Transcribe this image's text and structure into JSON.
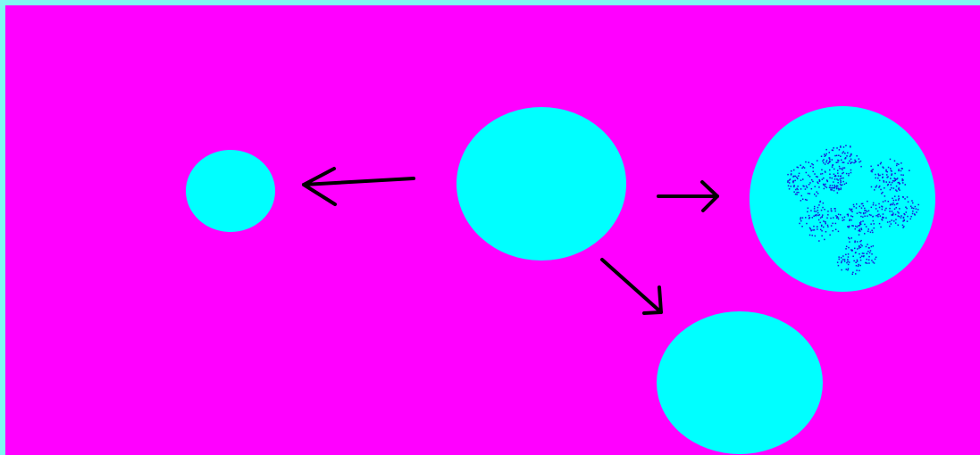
{
  "colors": {
    "outer_border": "#7ff7f0",
    "background": "#ff00ff",
    "circle_fill": "#00ffff",
    "arrow_stroke": "#000000",
    "speckle": "#1a1ad8"
  },
  "diagram": {
    "circles": [
      {
        "id": "small-circle",
        "role": "shrunken cell"
      },
      {
        "id": "center-circle",
        "role": "original cell"
      },
      {
        "id": "speckled-circle",
        "role": "enlarged speckled cell"
      },
      {
        "id": "lower-circle",
        "role": "similar-size cell"
      }
    ],
    "arrows": [
      {
        "id": "arrow-to-small",
        "direction": "left"
      },
      {
        "id": "arrow-to-speckled",
        "direction": "right"
      },
      {
        "id": "arrow-to-lower",
        "direction": "down-right"
      }
    ],
    "speckle_clusters": 8
  }
}
